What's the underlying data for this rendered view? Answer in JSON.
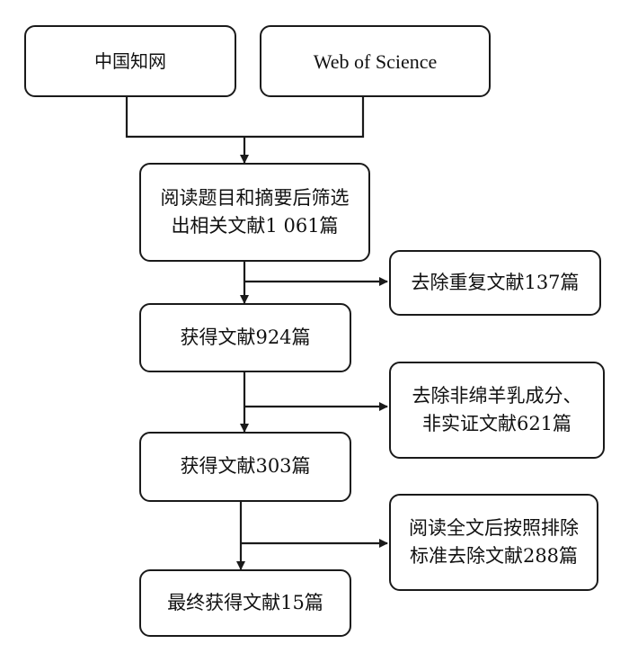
{
  "sources": {
    "cnki": "中国知网",
    "wos": "Web of Science"
  },
  "steps": {
    "screen_line1": "阅读题目和摘要后筛选",
    "screen_line2": "出相关文献1 061篇",
    "got_924": "获得文献924篇",
    "got_303": "获得文献303篇",
    "final": "最终获得文献15篇"
  },
  "exclusions": {
    "duplicates": "去除重复文献137篇",
    "non_milk_line1": "去除非绵羊乳成分、",
    "non_milk_line2": "非实证文献621篇",
    "fulltext_line1": "阅读全文后按照排除",
    "fulltext_line2": "标准去除文献288篇"
  }
}
